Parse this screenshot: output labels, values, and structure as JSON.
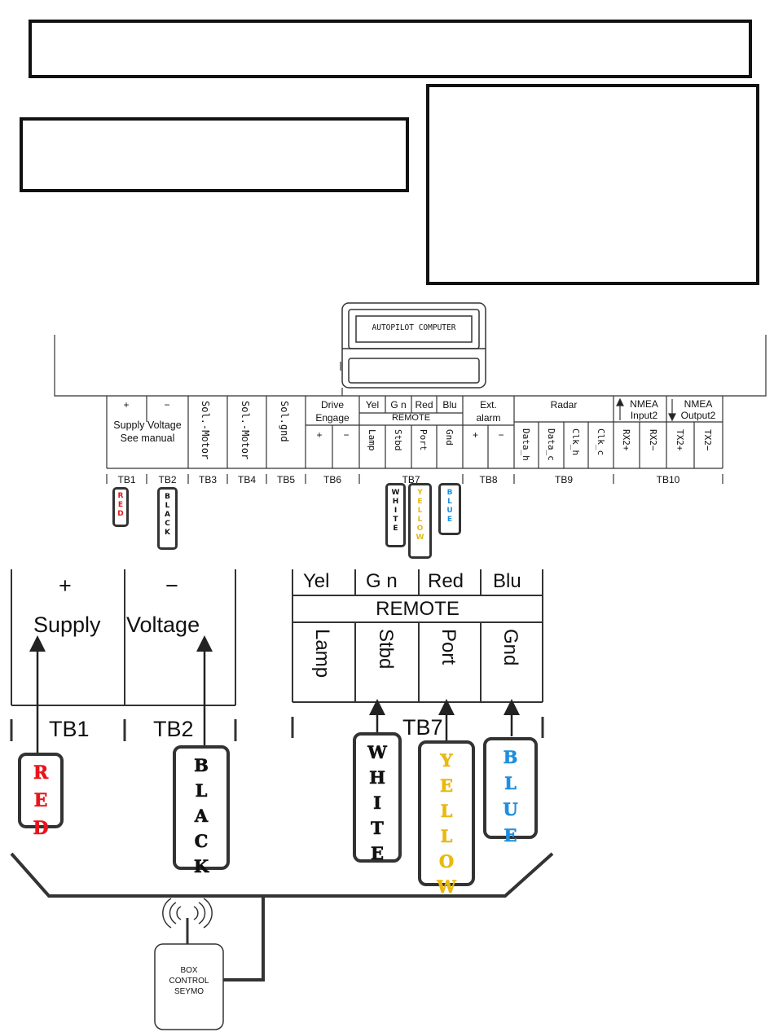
{
  "colors": {
    "red": "#e8151b",
    "black": "#111111",
    "yellow": "#e8b910",
    "blue": "#1e8fe0",
    "white": "#111111",
    "frame": "#333333"
  },
  "computer": {
    "display_text": "AUTOPILOT COMPUTER"
  },
  "terminal_strip": {
    "tb1_tb2_top": {
      "plus": "+",
      "minus": "−",
      "line1": "Supply Voltage",
      "line2": "See manual"
    },
    "sol_motor_a": "Sol.-Motor",
    "sol_motor_b": "Sol.-Motor",
    "sol_gnd": "Sol.gnd",
    "drive": {
      "line1": "Drive",
      "line2": "Engage",
      "plus": "+",
      "minus": "−"
    },
    "remote": {
      "yel": "Yel",
      "gn": "G n",
      "red": "Red",
      "blu": "Blu",
      "title": "REMOTE",
      "lamp": "Lamp",
      "stbd": "Stbd",
      "port": "Port",
      "gnd": "Gnd"
    },
    "alarm": {
      "line1": "Ext.",
      "line2": "alarm",
      "plus": "+",
      "minus": "−"
    },
    "radar": {
      "title": "Radar",
      "data_h": "Data_h",
      "data_c": "Data_c",
      "clk_h": "Clk_h",
      "clk_c": "Clk_c"
    },
    "nmea_in": {
      "title": "NMEA",
      "sub": "Input2",
      "rx_plus": "RX2+",
      "rx_minus": "RX2−"
    },
    "nmea_out": {
      "title": "NMEA",
      "sub": "Output2",
      "tx_plus": "TX2+",
      "tx_minus": "TX2−"
    },
    "labels": [
      "TB1",
      "TB2",
      "TB3",
      "TB4",
      "TB5",
      "TB6",
      "TB7",
      "TB8",
      "TB9",
      "TB10"
    ]
  },
  "wire_tags": {
    "red": "RED",
    "black": "BLACK",
    "white": "WHITE",
    "yellow": "YELLOW",
    "blue": "BLUE"
  },
  "zoom_left": {
    "plus": "+",
    "minus": "−",
    "supply": "Supply",
    "voltage": "Voltage",
    "tb1": "TB1",
    "tb2": "TB2"
  },
  "zoom_right": {
    "yel": "Yel",
    "gn": "G n",
    "red": "Red",
    "blu": "Blu",
    "remote": "REMOTE",
    "lamp": "Lamp",
    "stbd": "Stbd",
    "port": "Port",
    "gnd": "Gnd",
    "tb7": "TB7"
  },
  "control_box": {
    "line1": "BOX",
    "line2": "CONTROL",
    "line3": "SEYMO"
  }
}
